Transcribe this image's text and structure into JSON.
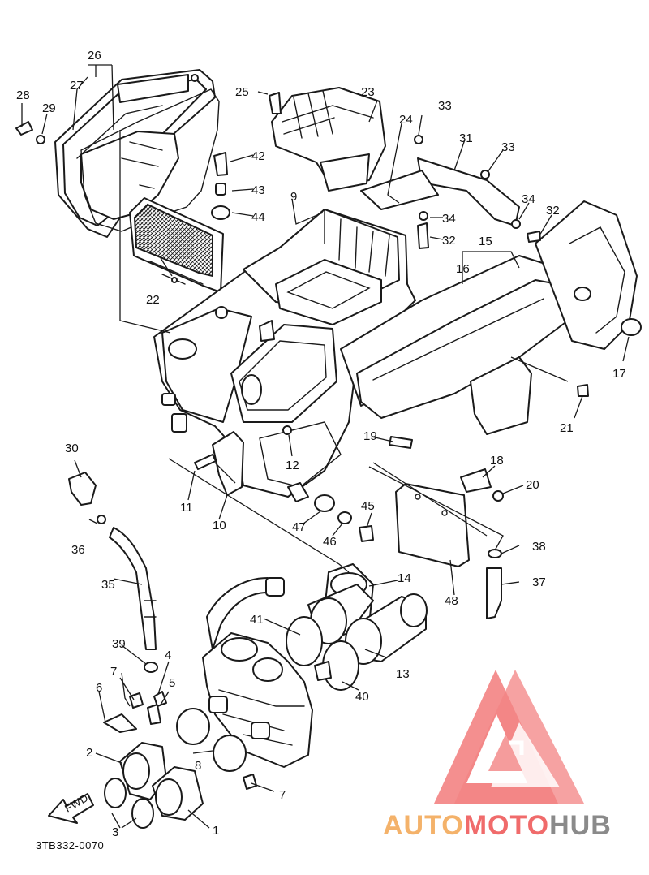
{
  "diagram": {
    "code": "3TB332-0070",
    "fwd_marker": "FWD",
    "labels": {
      "l1": "1",
      "l2": "2",
      "l3": "3",
      "l4": "4",
      "l5": "5",
      "l6": "6",
      "l7a": "7",
      "l7b": "7",
      "l8": "8",
      "l9": "9",
      "l10": "10",
      "l11": "11",
      "l12": "12",
      "l13": "13",
      "l14": "14",
      "l15": "15",
      "l16": "16",
      "l17": "17",
      "l18": "18",
      "l19": "19",
      "l20": "20",
      "l21": "21",
      "l22": "22",
      "l23": "23",
      "l24": "24",
      "l25": "25",
      "l26": "26",
      "l27": "27",
      "l28": "28",
      "l29": "29",
      "l30": "30",
      "l31": "31",
      "l32a": "32",
      "l32b": "32",
      "l33a": "33",
      "l33b": "33",
      "l34a": "34",
      "l34b": "34",
      "l35": "35",
      "l36": "36",
      "l37": "37",
      "l38": "38",
      "l39": "39",
      "l40": "40",
      "l41": "41",
      "l42": "42",
      "l43": "43",
      "l44": "44",
      "l45": "45",
      "l46": "46",
      "l47": "47",
      "l48": "48"
    }
  },
  "watermark": {
    "part1": "AUTO",
    "part2": "MOTO",
    "part3": "HUB",
    "colors": {
      "orange": "#f4b26a",
      "red": "#f06b6b",
      "gray": "#8a8a8a",
      "logo": "#f38383"
    }
  }
}
